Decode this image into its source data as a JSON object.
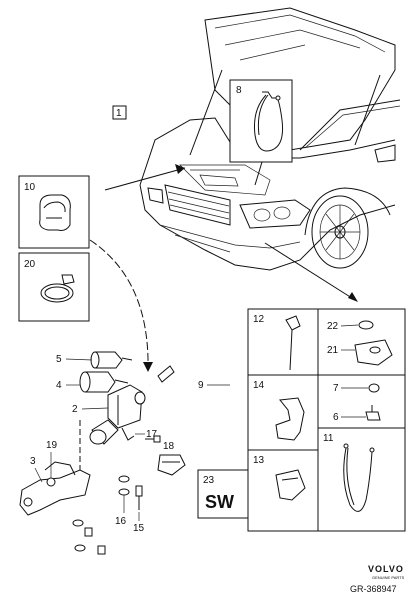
{
  "callouts": {
    "c1": "1",
    "c2": "2",
    "c3": "3",
    "c4": "4",
    "c5": "5",
    "c6": "6",
    "c7": "7",
    "c8": "8",
    "c9": "9",
    "c10": "10",
    "c11": "11",
    "c12": "12",
    "c13": "13",
    "c14": "14",
    "c15": "15",
    "c16": "16",
    "c17": "17",
    "c18": "18",
    "c19": "19",
    "c20": "20",
    "c21": "21",
    "c22": "22",
    "c23": "23"
  },
  "sw_label": "SW",
  "brand": {
    "name": "VOLVO",
    "tagline": "GENUINE PARTS"
  },
  "reference": "GR-368947"
}
